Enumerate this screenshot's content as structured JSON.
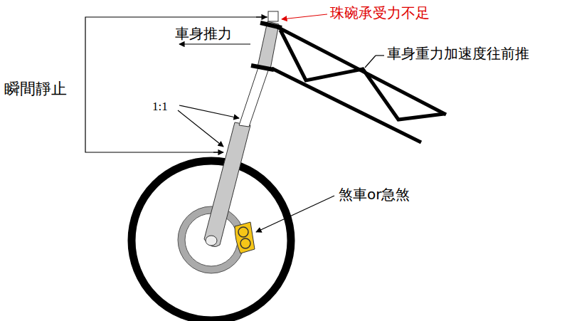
{
  "diagram": {
    "labels": [
      "珠碗承受力不足",
      "車身推力",
      "車身重力加速度往前推",
      "瞬間靜止",
      "1:1",
      "煞車or急煞"
    ]
  }
}
